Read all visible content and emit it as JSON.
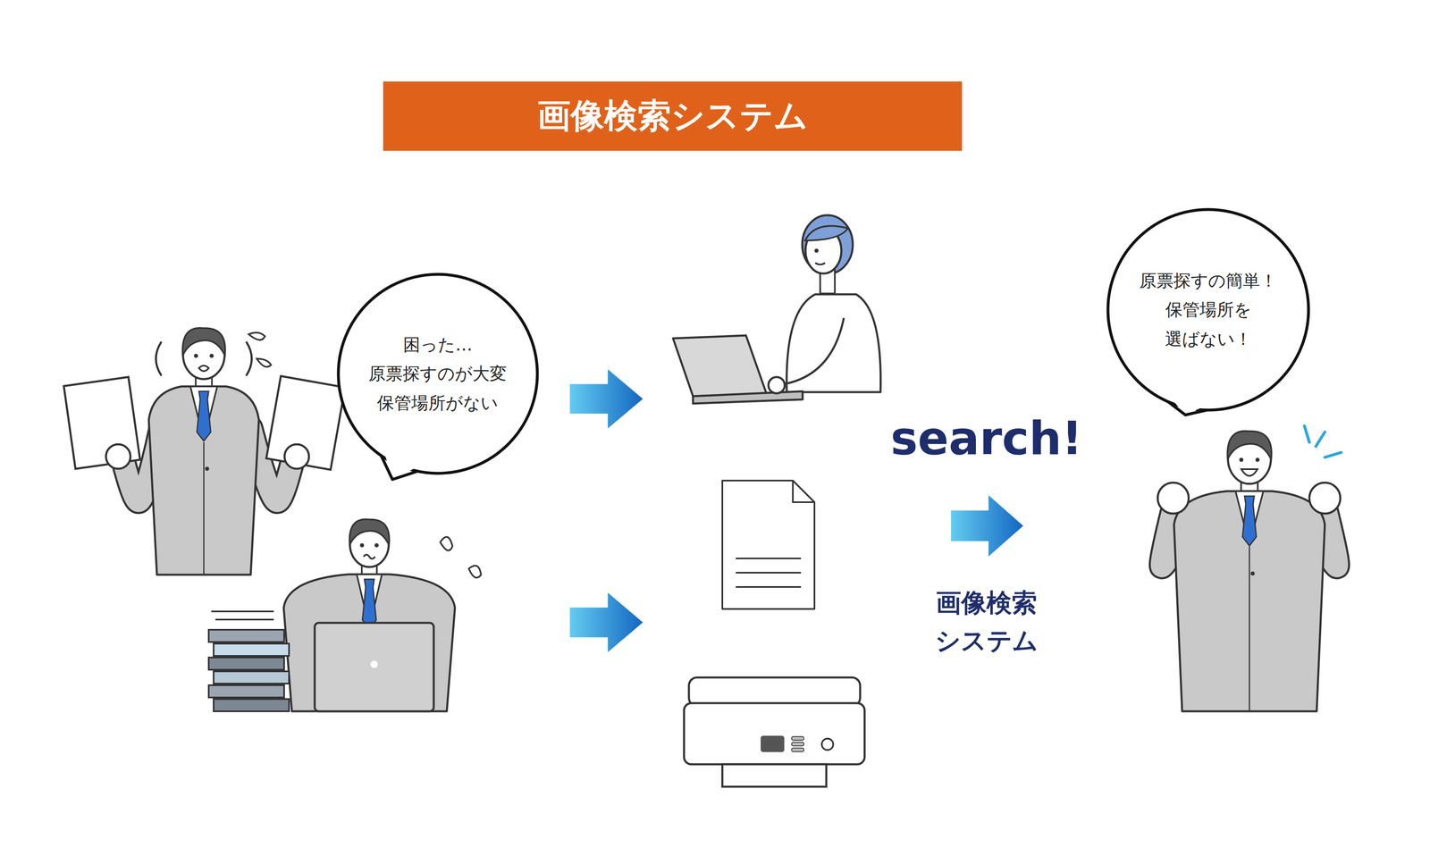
{
  "diagram": {
    "title": "画像検索システム",
    "nodes": [
      {
        "text": [
          "困った… 原票探すのが大変 保管場所がない"
        ]
      },
      {
        "text": [
          "原票探すの簡単！ 保管場所を 選ばない！"
        ]
      }
    ],
    "labels": [
      "search!",
      "画像検索 システム"
    ]
  }
}
